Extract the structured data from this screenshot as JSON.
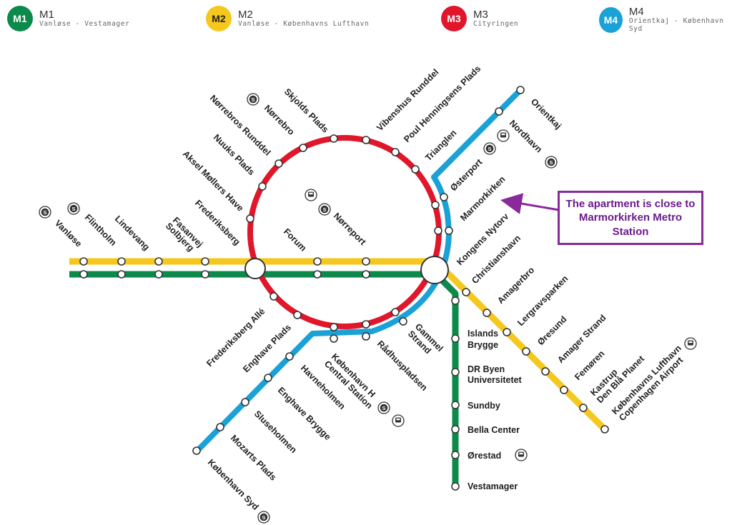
{
  "legend": [
    {
      "code": "M1",
      "name": "M1",
      "route": "Vanløse - Vestamager",
      "color": "#0b8a4b"
    },
    {
      "code": "M2",
      "name": "M2",
      "route": "Vanløse - Københavns Lufthavn",
      "color": "#f6c81e"
    },
    {
      "code": "M3",
      "name": "M3",
      "route": "Cityringen",
      "color": "#e0162b"
    },
    {
      "code": "M4",
      "name": "M4",
      "route": "Orientkaj - København Syd",
      "color": "#1aa1d6"
    }
  ],
  "callout": {
    "text": "The apartment is close to Marmorkirken Metro Station",
    "color": "#8a2a9a"
  },
  "stations": {
    "vanlose": "Vanløse",
    "flintholm": "Flintholm",
    "lindevang": "Lindevang",
    "fasanvej1": "Fasanvej",
    "fasanvej2": "Solbjerg",
    "frederiksberg": "Frederiksberg",
    "forum": "Forum",
    "norreport": "Nørreport",
    "kongens": "Kongens Nytorv",
    "christianshavn": "Christianshavn",
    "aksel": "Aksel Møllers Have",
    "nuuks": "Nuuks Plads",
    "norrebrosr": "Nørrebros Runddel",
    "norrebro": "Nørrebro",
    "skjolds": "Skjolds Plads",
    "vibenshus": "Vibenshus Runddel",
    "poul": "Poul Henningsens Plads",
    "trianglen": "Trianglen",
    "osterport": "Østerport",
    "marmorkirken": "Marmorkirken",
    "orientkaj": "Orientkaj",
    "nordhavn": "Nordhavn",
    "frballe": "Frederiksberg Allé",
    "enghavepl": "Enghave Plads",
    "khc1": "København H",
    "khc2": "Central Station",
    "radhus": "Rådhuspladsen",
    "gammel1": "Gammel",
    "gammel2": "Strand",
    "havneholmen": "Havneholmen",
    "enghavebr": "Enghave Brygge",
    "sluseholmen": "Sluseholmen",
    "mozarts": "Mozarts Plads",
    "kbhsyd": "København Syd",
    "islands1": "Islands",
    "islands2": "Brygge",
    "drbyen1": "DR Byen",
    "drbyen2": "Universitetet",
    "sundby": "Sundby",
    "bella": "Bella Center",
    "orestad": "Ørestad",
    "vestamager": "Vestamager",
    "amagerbro": "Amagerbro",
    "lergrav": "Lergravsparken",
    "oresund": "Øresund",
    "amagerstrand": "Amager Strand",
    "femoren": "Femøren",
    "kastrup1": "Kastrup",
    "kastrup2": "Den Blå Planet",
    "lufthavn1": "Københavns Lufthavn",
    "lufthavn2": "Copenhagen Airport"
  }
}
